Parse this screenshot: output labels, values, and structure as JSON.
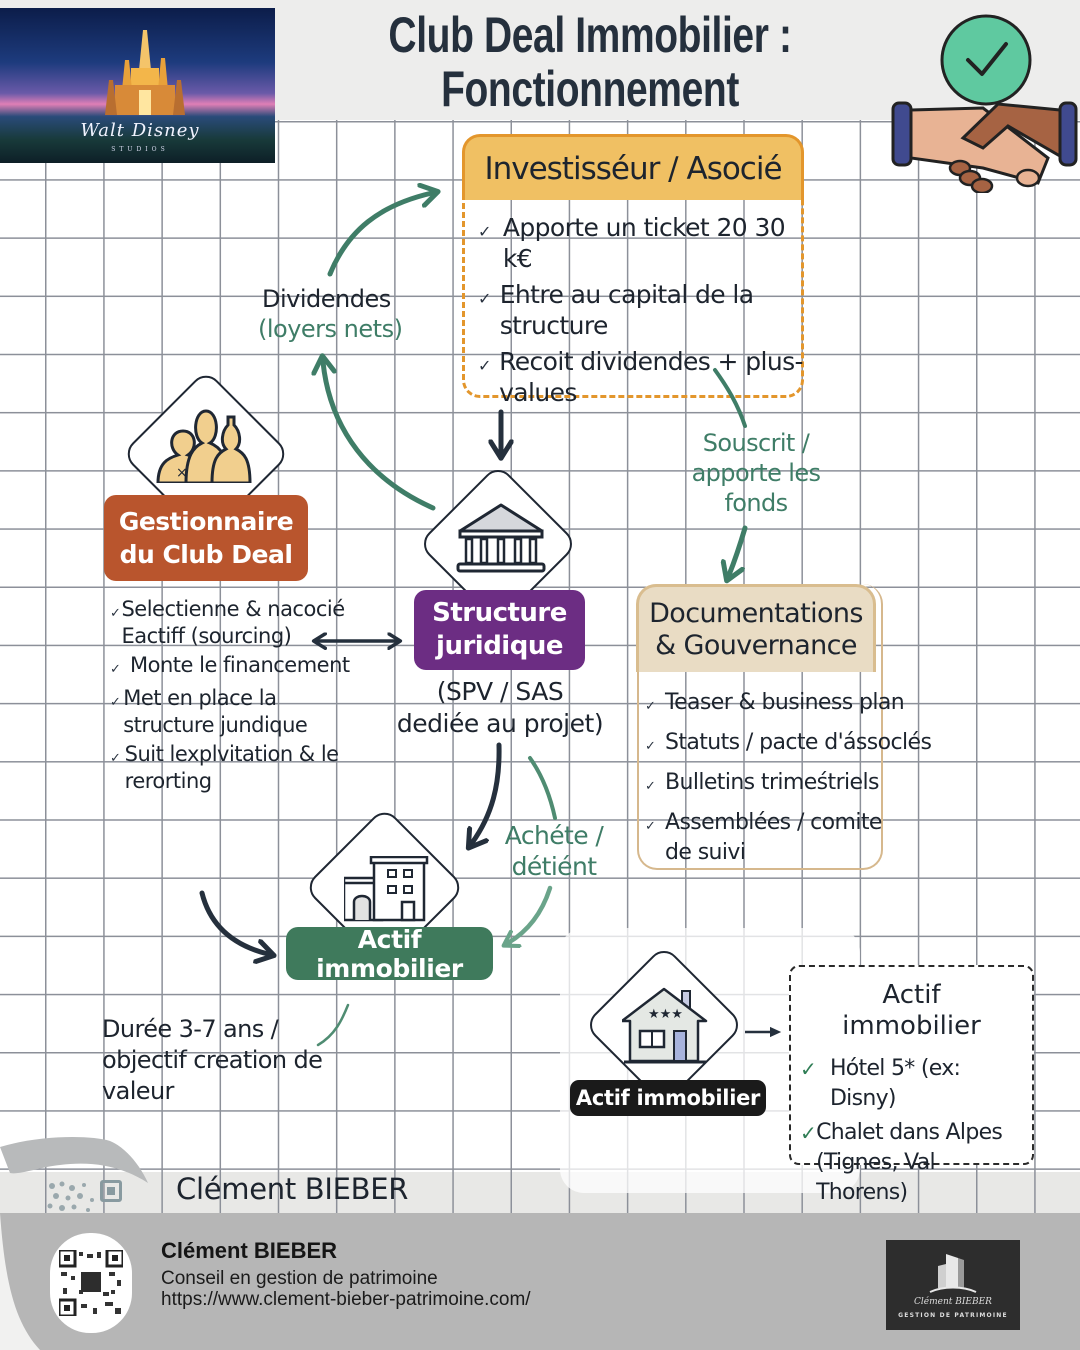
{
  "header": {
    "title_line1": "Club Deal Immobilier :",
    "title_line2": "Fonctionnement",
    "photo_caption": "Walt Disney",
    "photo_subcaption": "STUDIOS"
  },
  "investisseur": {
    "title": "Investisséur / Asocié",
    "items": [
      "Apporte un ticket 20 30 k€",
      "Ehtre au capital de la structure",
      "Recoit dividendes + plus-values"
    ]
  },
  "flows": {
    "dividendes": "Dividendes",
    "loyers_nets": "(loyers nets)",
    "souscrit_line1": "Souscrit /",
    "souscrit_line2": "apporte les",
    "souscrit_line3": "fonds",
    "achete_line1": "Achéte /",
    "achete_line2": "détiént"
  },
  "gestionnaire": {
    "title_line1": "Gestionnaire",
    "title_line2": "du Club Deal",
    "items": [
      "Selectienne & nacocié Eactiff (sourcing)",
      "Monte le financement",
      "Met en place la structure jundique",
      "Suit lexplvitation & le rerorting"
    ]
  },
  "structure": {
    "title_line1": "Structure",
    "title_line2": "juridique",
    "sub_line1": "(SPV / SAS",
    "sub_line2": "dediée au projet)"
  },
  "documentation": {
    "title_line1": "Documentations",
    "title_line2": "& Gouvernance",
    "items": [
      "Teaser & business plan",
      "Statuts / pacte d'ássoclés",
      "Bulletins trimeśtriels",
      "Assemblées / comite de suivi"
    ]
  },
  "actif": {
    "label": "Actif immobilier",
    "duree": "Durée  3-7 ans / objectif creation de valeur"
  },
  "actif_example": {
    "badge": "Actif immobilier",
    "title_line1": "Actif",
    "title_line2": "immobilier",
    "items": [
      "Hótel 5* (ex: Disny)",
      "Chalet dans Alpes (Tignes, Val Thorens)"
    ]
  },
  "signature": {
    "name": "Clément BIEBER"
  },
  "footer": {
    "name": "Clément BIEBER",
    "role": "Conseil en gestion de patrimoine",
    "url": "https://www.clement-bieber-patrimoine.com/",
    "logo_name": "Clément BIEBER",
    "logo_tagline": "GESTION DE PATRIMOINE"
  },
  "colors": {
    "investisseur_header": "#f0c063",
    "investisseur_border": "#e3962c",
    "gestionnaire": "#b9552d",
    "structure": "#6c2d83",
    "actif": "#3f7a5c",
    "documentation_header": "#e9dcc4",
    "flow_green": "#3f7d67",
    "flow_dark": "#25303d",
    "footer_bg": "#b6b6b6"
  }
}
